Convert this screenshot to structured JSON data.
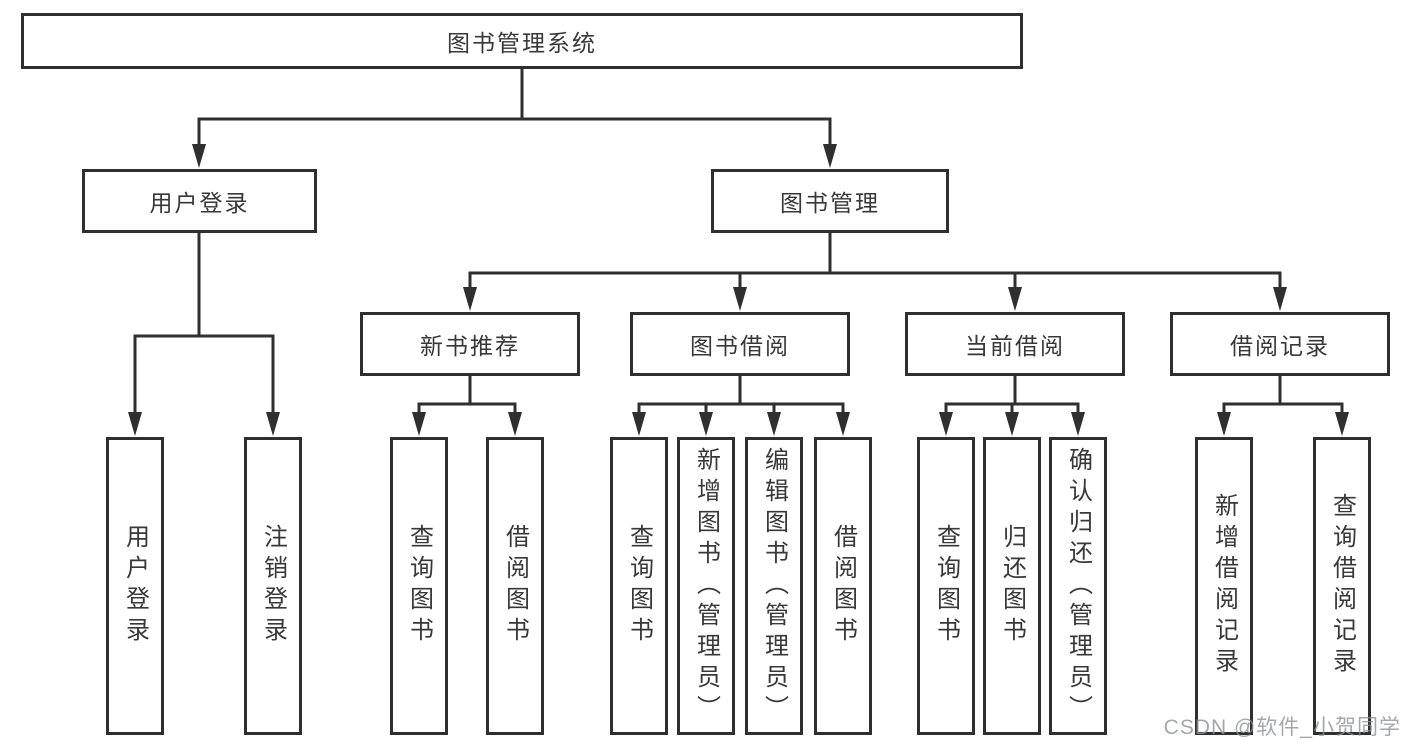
{
  "diagram": {
    "type": "hierarchy-tree",
    "root": {
      "label": "图书管理系统"
    },
    "branches": [
      {
        "label": "用户登录",
        "children": [
          {
            "label": "用户登录"
          },
          {
            "label": "注销登录"
          }
        ]
      },
      {
        "label": "图书管理",
        "children": [
          {
            "label": "新书推荐",
            "children": [
              {
                "label": "查询图书"
              },
              {
                "label": "借阅图书"
              }
            ]
          },
          {
            "label": "图书借阅",
            "children": [
              {
                "label": "查询图书"
              },
              {
                "label": "新增图书（管理员）"
              },
              {
                "label": "编辑图书（管理员）"
              },
              {
                "label": "借阅图书"
              }
            ]
          },
          {
            "label": "当前借阅",
            "children": [
              {
                "label": "查询图书"
              },
              {
                "label": "归还图书"
              },
              {
                "label": "确认归还（管理员）"
              }
            ]
          },
          {
            "label": "借阅记录",
            "children": [
              {
                "label": "新增借阅记录"
              },
              {
                "label": "查询借阅记录"
              }
            ]
          }
        ]
      }
    ]
  },
  "watermark": {
    "text": "CSDN @软件_小贺同学"
  },
  "colors": {
    "ink": "#2f2f2f",
    "box_background": "#ffffff",
    "watermark_gray": "#8c9298"
  }
}
